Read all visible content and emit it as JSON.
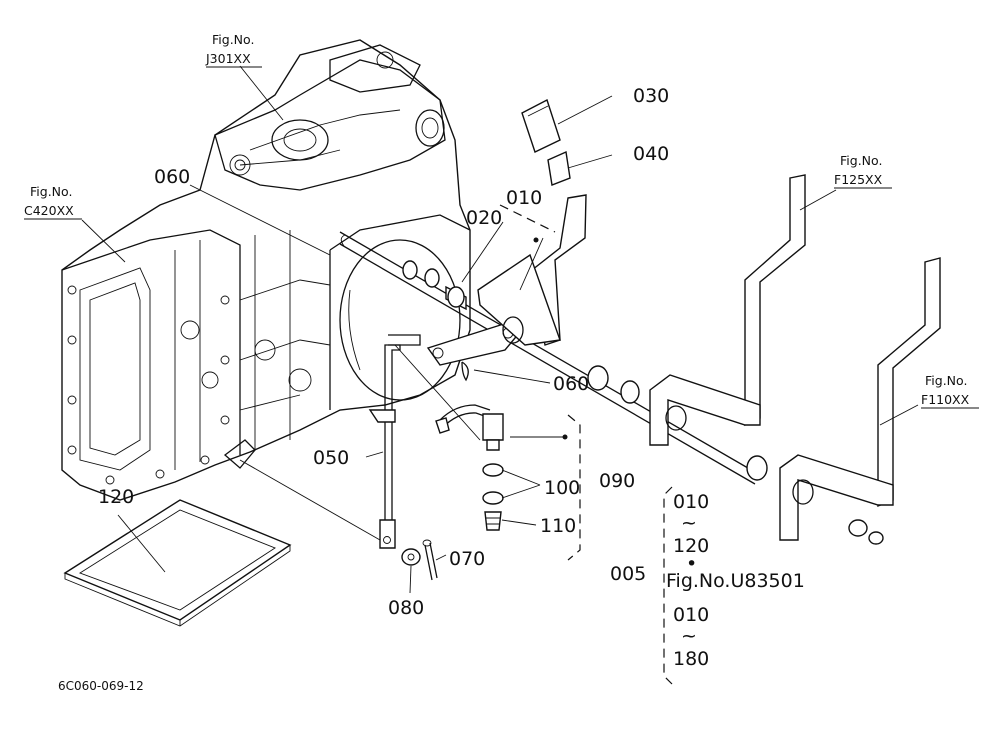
{
  "figure_refs": [
    {
      "id": "j301",
      "line1": "Fig.No.",
      "line2": "J301XX"
    },
    {
      "id": "c420",
      "line1": "Fig.No.",
      "line2": "C420XX"
    },
    {
      "id": "f125",
      "line1": "Fig.No.",
      "line2": "F125XX"
    },
    {
      "id": "f110",
      "line1": "Fig.No.",
      "line2": "F110XX"
    }
  ],
  "part_labels": {
    "p005": "005",
    "p010": "010",
    "p020": "020",
    "p030": "030",
    "p040": "040",
    "p050": "050",
    "p060a": "060",
    "p060b": "060",
    "p070": "070",
    "p080": "080",
    "p090": "090",
    "p100": "100",
    "p110": "110",
    "p120": "120"
  },
  "bracket_group": {
    "range1_start": "010",
    "tilde1": "~",
    "range1_end": "120",
    "dot": "•",
    "fig_ref": "Fig.No.U83501",
    "range2_start": "010",
    "tilde2": "~",
    "range2_end": "180"
  },
  "drawing_code": "6C060-069-12"
}
